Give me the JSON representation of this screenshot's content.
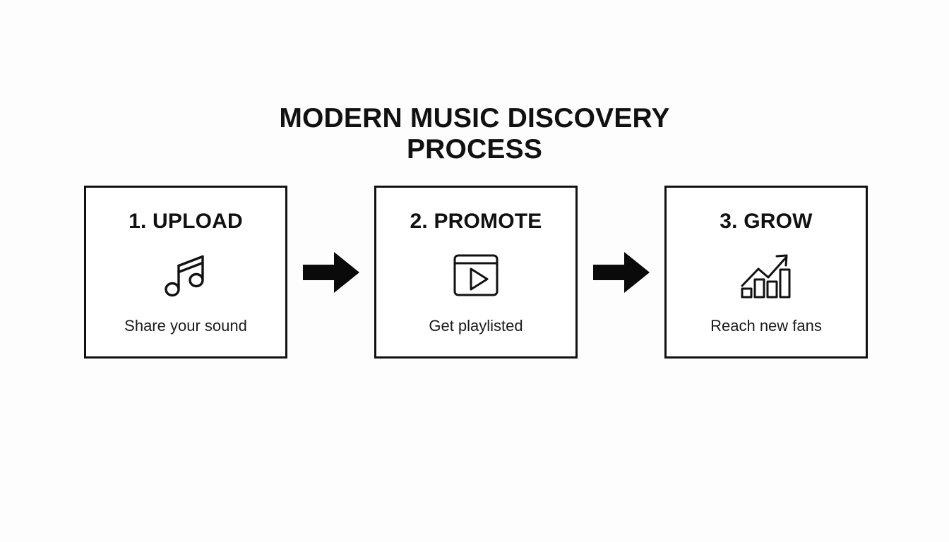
{
  "slide": {
    "background_color": "#fdfdfd",
    "ink_color": "#111111",
    "title": "MODERN MUSIC DISCOVERY\nPROCESS"
  },
  "steps": [
    {
      "heading": "1. UPLOAD",
      "caption": "Share your sound",
      "icon": "music-note-icon"
    },
    {
      "heading": "2. PROMOTE",
      "caption": "Get playlisted",
      "icon": "video-player-play-icon"
    },
    {
      "heading": "3. GROW",
      "caption": "Reach new fans",
      "icon": "growth-bar-chart-icon"
    }
  ],
  "connectors": [
    {
      "icon": "arrow-right-icon"
    },
    {
      "icon": "arrow-right-icon"
    }
  ]
}
